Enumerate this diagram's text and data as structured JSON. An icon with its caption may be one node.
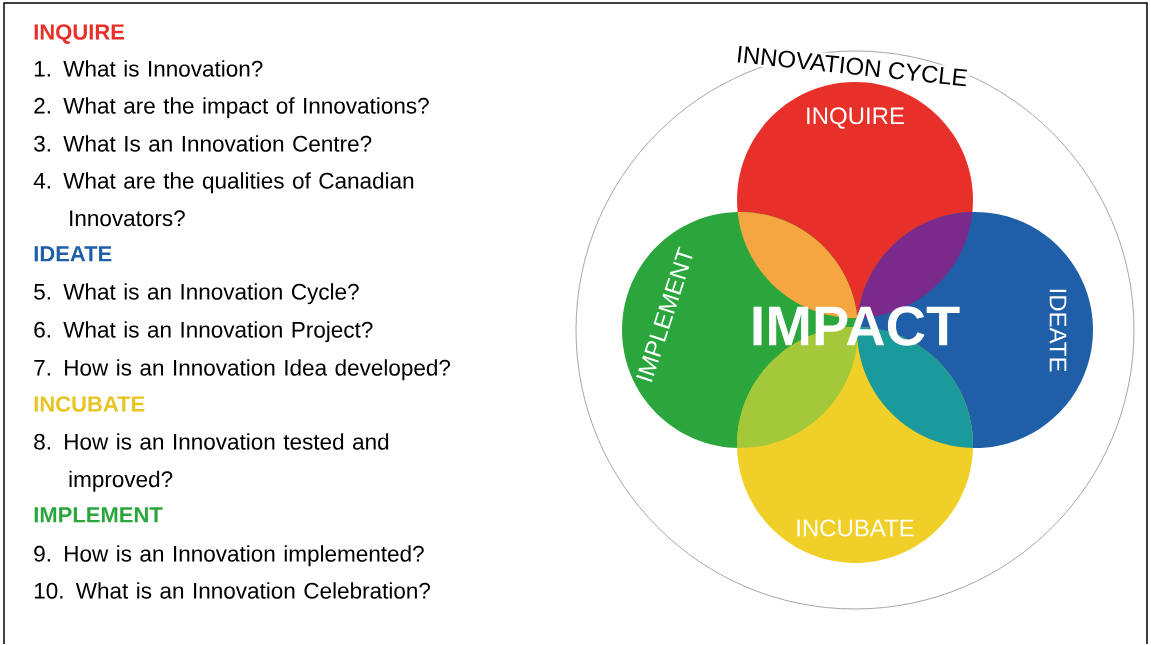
{
  "diagram": {
    "nodes": [
      {
        "text": [
          "INNOVATION CYCLE"
        ]
      },
      {
        "text": [
          "INQUIRE"
        ],
        "in": 0
      },
      {
        "text": [
          "IMPLEMENT"
        ],
        "in": 0
      },
      {
        "text": [
          "IDEATE"
        ],
        "in": 0
      },
      {
        "text": [
          "INCUBATE"
        ],
        "in": 0
      }
    ],
    "labels": [
      "INQUIRE",
      "1. What is Innovation?",
      "2. What are the impact of Innovations?",
      "3. What Is an Innovation Centre?",
      "4. What are the qualities of Canadian Innovators?",
      "IDEATE",
      "5. What is an Innovation Cycle?",
      "6. What is an Innovation Project?",
      "7. How is an Innovation Idea developed?",
      "INCUBATE",
      "8. How is an Innovation tested and improved?",
      "IMPLEMENT",
      "9. How is an Innovation implemented?",
      "10. What is an Innovation Celebration?",
      "IMPACT"
    ]
  }
}
